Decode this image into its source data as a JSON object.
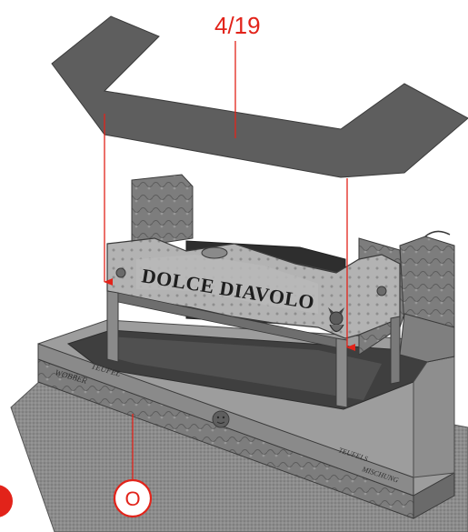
{
  "part_label": "4/19",
  "base_label": "O",
  "sign_text": "DOLCE DIAVOLO",
  "panel_texts": {
    "front_left_1": "WOBBER",
    "front_left_2": "TEUFEL",
    "front_right_1": "TEUFELS",
    "front_right_2": "MISCHUNG"
  },
  "colors": {
    "callout_red": "#e2231a",
    "roof_panel": "#5f5f5f",
    "base_dark": "#6c6c6c",
    "base_light": "#9a9a9a",
    "floor_mat": "#8f8f8f",
    "sign_gray": "#a8a8a8",
    "wall_gray": "#7a7a7a"
  }
}
